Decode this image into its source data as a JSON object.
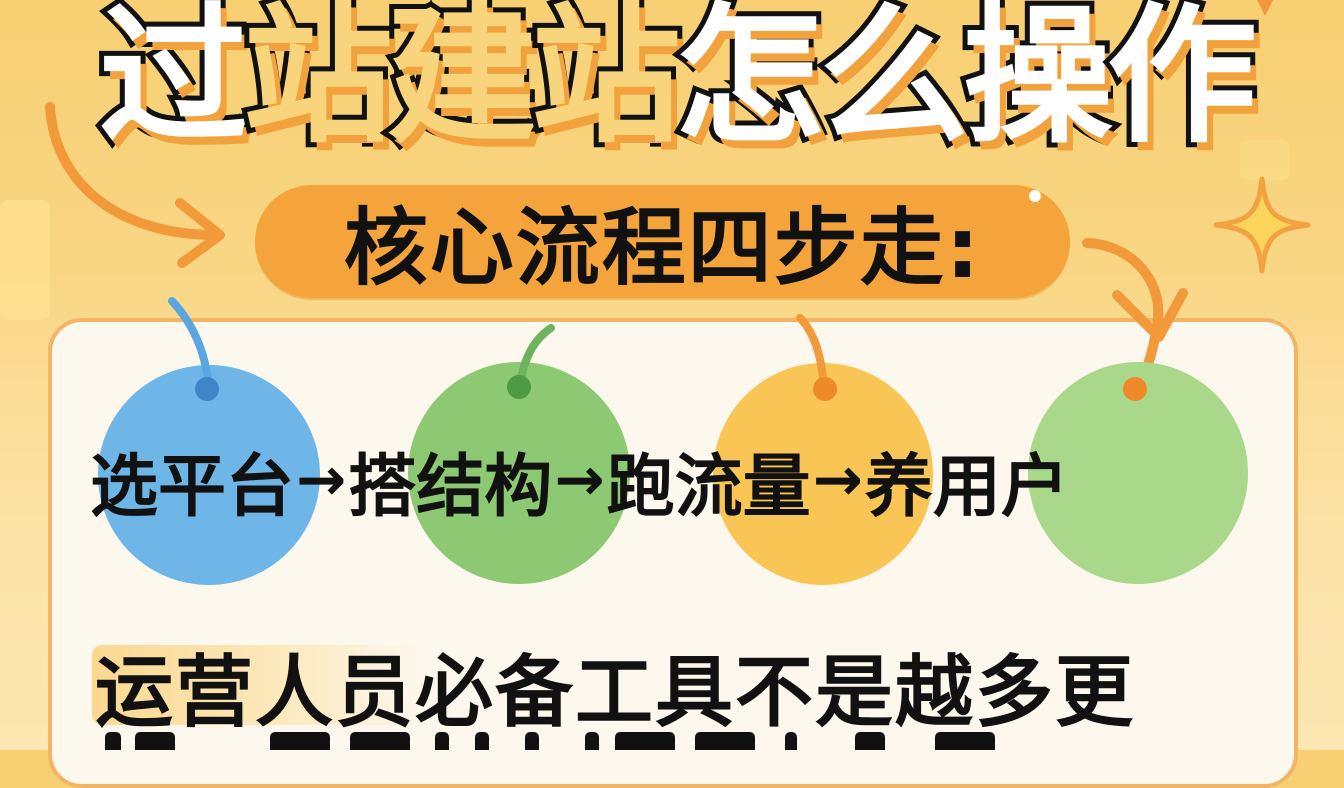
{
  "title": {
    "chars": [
      "过",
      "站",
      "建",
      "站",
      "怎",
      "么",
      "操",
      "作"
    ],
    "text": "过站建站怎么操作"
  },
  "subtitle": {
    "text": "核心流程四步走:"
  },
  "steps": [
    {
      "label": "选平台",
      "color": "#6FB6E8",
      "dot_color": "#3F86C8",
      "stem_color": "#5AA6E0"
    },
    {
      "label": "搭结构",
      "color": "#8CC972",
      "dot_color": "#4E9A45",
      "stem_color": "#6DB35E"
    },
    {
      "label": "跑流量",
      "color": "#F9C555",
      "dot_color": "#F08A28",
      "stem_color": "#F29A3A"
    },
    {
      "label": "养用户",
      "color": "#A9D88A",
      "dot_color": "#F08A28",
      "stem_color": "#F29A3A"
    }
  ],
  "arrow_glyph": "→",
  "body_text": {
    "line1": "运营人员必备工具不是越多更"
  },
  "colors": {
    "background": "#F9D684",
    "pill": "#F5A43C",
    "card": "#FDF8EE",
    "card_border": "#F2B565",
    "accent_orange": "#F29A3A"
  },
  "decorations": {
    "sparkle_icon": "four-point-star",
    "curved_arrow_left": "orange-curved-arrow",
    "curved_arrow_right": "orange-curved-arrow"
  }
}
